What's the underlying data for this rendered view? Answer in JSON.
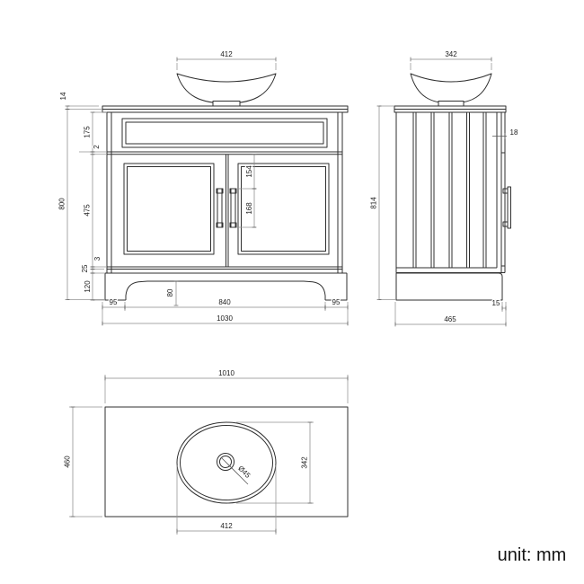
{
  "unit_label": "unit: mm",
  "front_view": {
    "dims": {
      "basin_width": "412",
      "countertop_thickness": "14",
      "upper_panel_height": "175",
      "top_gap": "2",
      "door_height": "475",
      "bottom_gap": "3",
      "bottom_rail_height": "25",
      "plinth_height": "120",
      "cabinet_height": "800",
      "handle_top_offset": "154",
      "handle_length": "168",
      "plinth_arch_height": "80",
      "plinth_foot_left": "95",
      "plinth_span": "840",
      "plinth_foot_right": "95",
      "overall_width": "1030"
    }
  },
  "side_view": {
    "dims": {
      "basin_depth": "342",
      "panel_thickness": "18",
      "overall_height": "814",
      "plinth_recess": "15",
      "overall_depth": "465"
    }
  },
  "plan_view": {
    "dims": {
      "worktop_width": "1010",
      "worktop_depth": "460",
      "basin_width": "412",
      "basin_depth": "342",
      "waste_diameter": "Ø45"
    }
  }
}
